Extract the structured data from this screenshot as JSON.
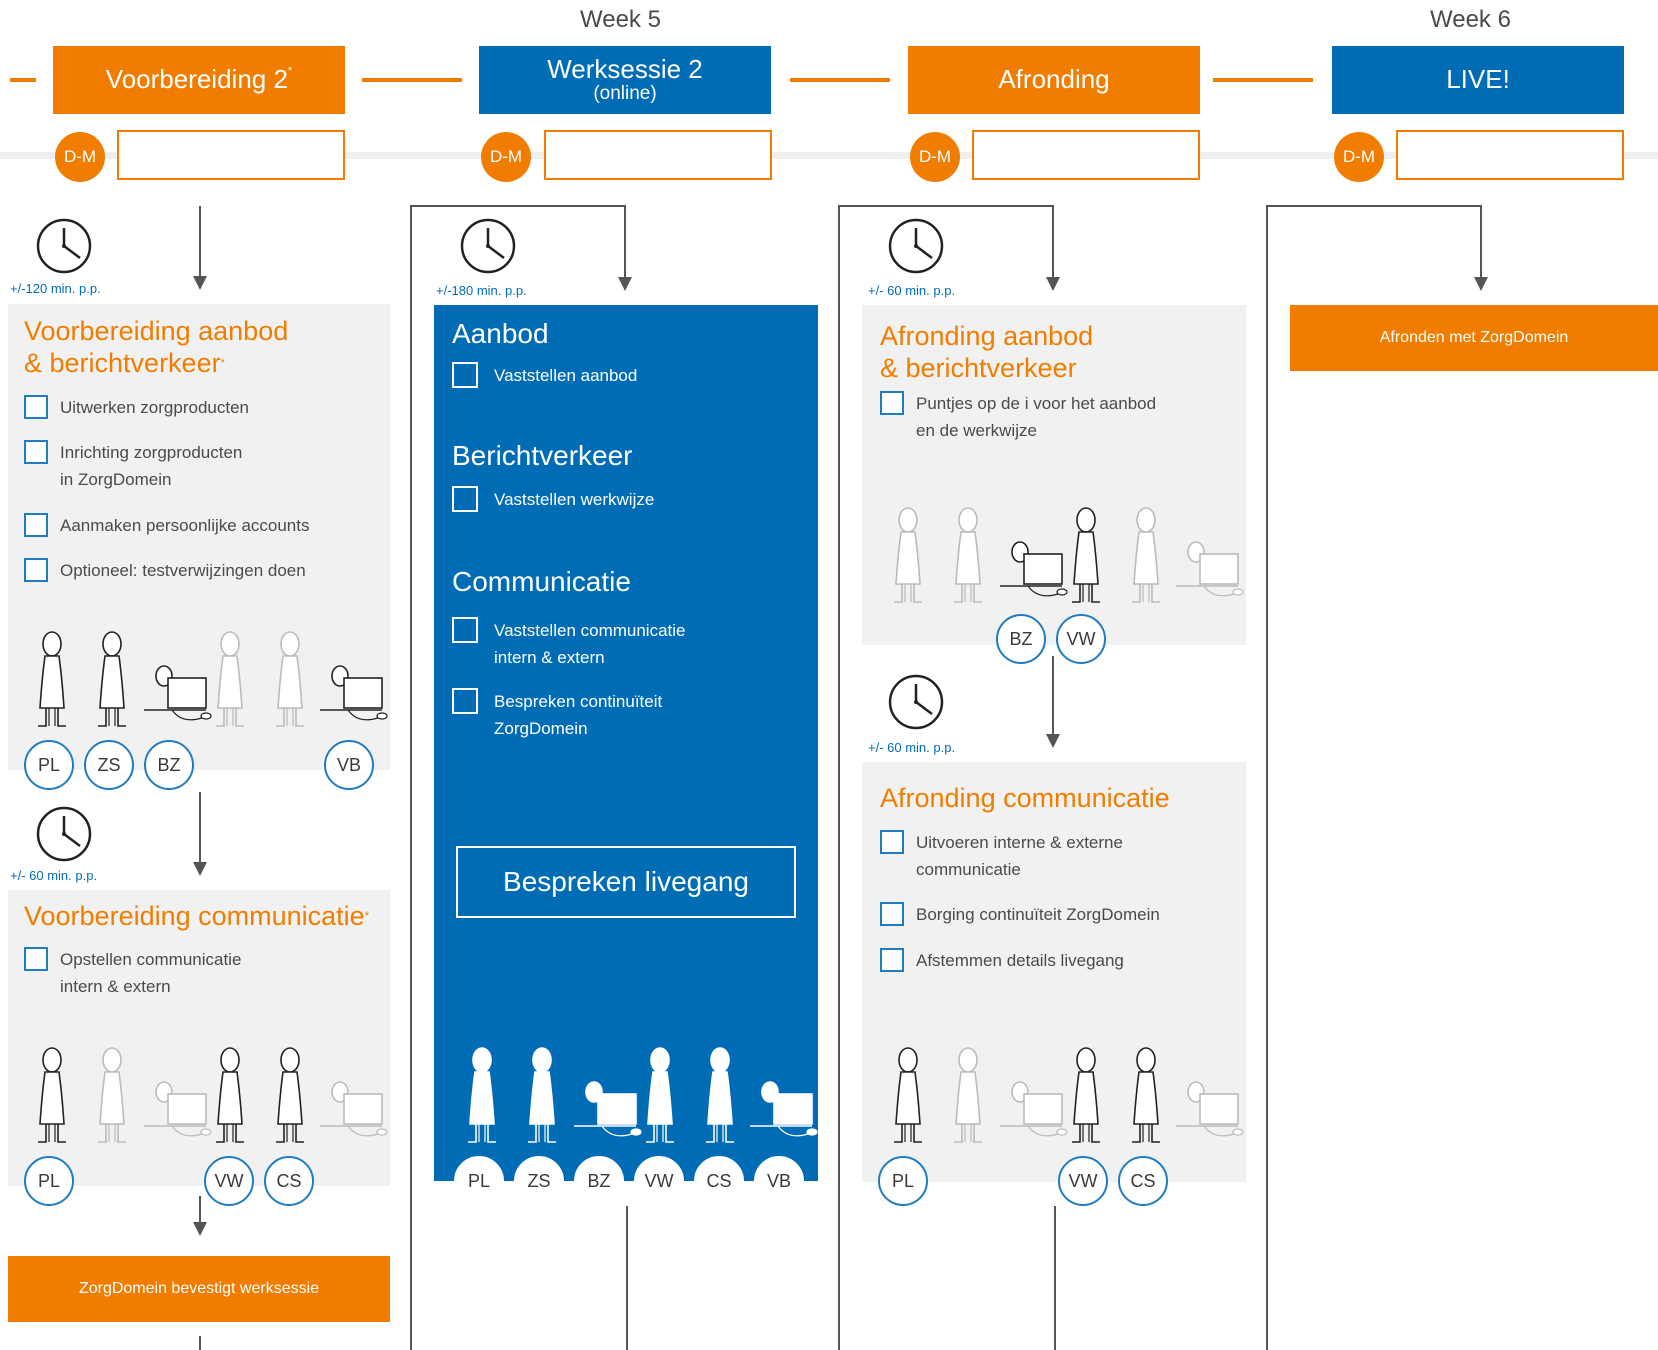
{
  "weeks": {
    "w5": "Week 5",
    "w6": "Week 6"
  },
  "stages": {
    "s1": "Voorbereiding 2",
    "s1_sup": "*",
    "s2": "Werksessie 2",
    "s2_sub": "(online)",
    "s3": "Afronding",
    "s4": "LIVE!"
  },
  "dm_badge": "D-M",
  "durations": {
    "d1": "+/-120 min. p.p.",
    "d2": "+/-180 min. p.p.",
    "d3": "+/- 60 min. p.p.",
    "d4": "+/- 60 min. p.p.",
    "d5": "+/- 60 min. p.p."
  },
  "col1": {
    "card1_title_1": "Voorbereiding aanbod",
    "card1_title_2": "& berichtverkeer",
    "card1_sup": "*",
    "card1_tasks": [
      "Uitwerken zorgproducten",
      "Inrichting zorgproducten",
      "in ZorgDomein",
      "Aanmaken persoonlijke accounts",
      "Optioneel: testverwijzingen doen"
    ],
    "card1_roles": [
      "PL",
      "ZS",
      "BZ",
      "VB"
    ],
    "card2_title": "Voorbereiding communicatie",
    "card2_sup": "*",
    "card2_tasks": [
      "Opstellen communicatie",
      "intern & extern"
    ],
    "card2_roles": [
      "PL",
      "VW",
      "CS"
    ],
    "bar": "ZorgDomein bevestigt werksessie"
  },
  "col2": {
    "sec1": "Aanbod",
    "sec1_tasks": [
      "Vaststellen aanbod"
    ],
    "sec2": "Berichtverkeer",
    "sec2_tasks": [
      "Vaststellen werkwijze"
    ],
    "sec3": "Communicatie",
    "sec3_tasks": [
      "Vaststellen communicatie",
      "intern & extern",
      "Bespreken continuïteit",
      "ZorgDomein"
    ],
    "button": "Bespreken livegang",
    "roles": [
      "PL",
      "ZS",
      "BZ",
      "VW",
      "CS",
      "VB"
    ]
  },
  "col3": {
    "card1_title_1": "Afronding aanbod",
    "card1_title_2": "& berichtverkeer",
    "card1_tasks": [
      "Puntjes op de i voor het aanbod",
      "en de werkwijze"
    ],
    "card1_roles": [
      "BZ",
      "VW"
    ],
    "card2_title": "Afronding communicatie",
    "card2_tasks": [
      "Uitvoeren interne & externe",
      "communicatie",
      "Borging continuïteit ZorgDomein",
      "Afstemmen details livegang"
    ],
    "card2_roles": [
      "PL",
      "VW",
      "CS"
    ]
  },
  "col4": {
    "bar": "Afronden met ZorgDomein"
  },
  "colors": {
    "orange": "#f07d00",
    "blue": "#006cb6",
    "grey": "#f1f1f1"
  }
}
